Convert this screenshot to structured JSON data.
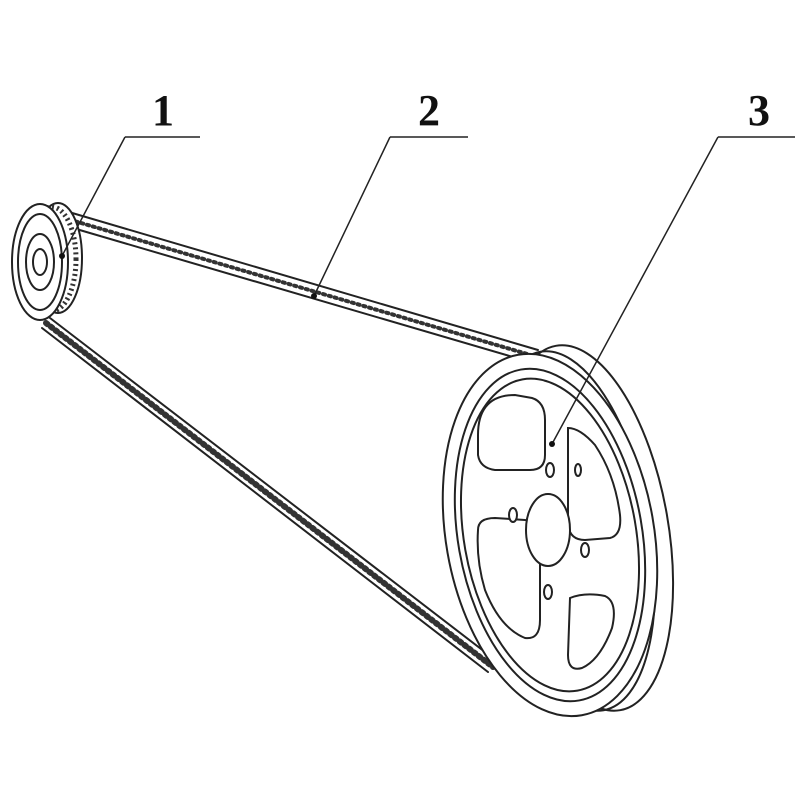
{
  "drawing": {
    "callouts": [
      {
        "id": "small-pulley",
        "number": "1"
      },
      {
        "id": "timing-belt",
        "number": "2"
      },
      {
        "id": "large-pulley",
        "number": "3"
      }
    ],
    "line_color": "#222222",
    "background": "#ffffff"
  }
}
